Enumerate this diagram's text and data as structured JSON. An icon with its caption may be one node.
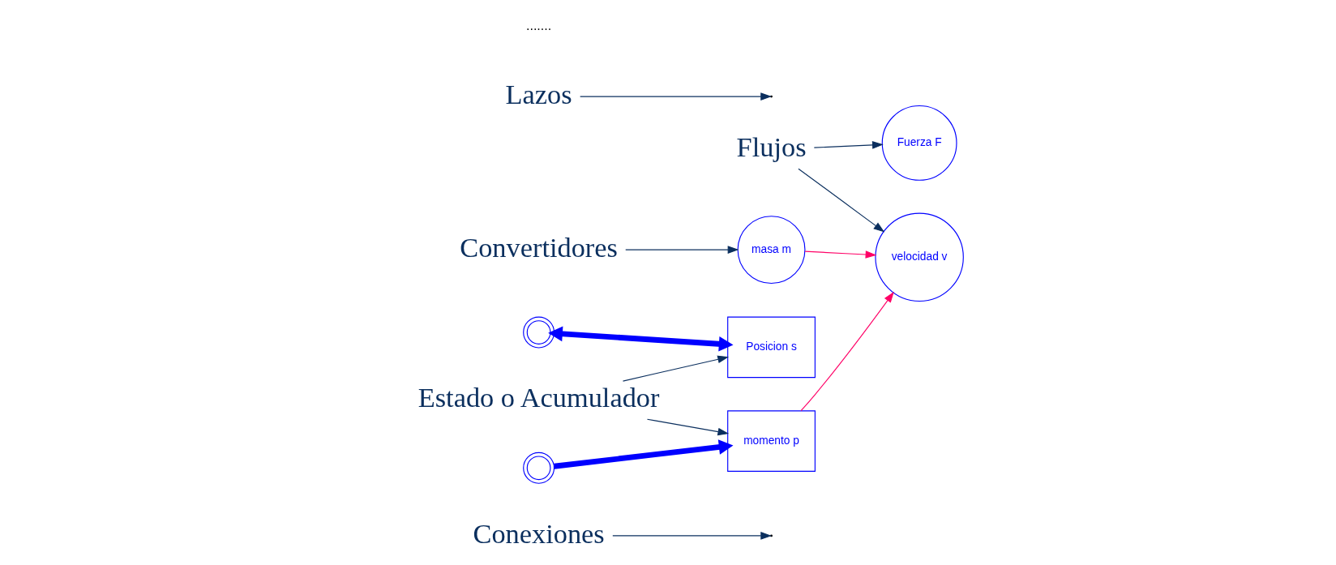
{
  "diagram": {
    "nodes": [
      {
        "text": [
          "Conexiones"
        ]
      },
      {
        "text": [
          "Convertidores"
        ]
      },
      {
        "text": [
          "masa m"
        ]
      },
      {
        "text": [],
        "shape": "cloud"
      },
      {
        "text": [
          "velocidad v"
        ]
      },
      {
        "text": [
          "Posicion s"
        ]
      },
      {
        "text": [
          "Estado o Acumulador"
        ]
      },
      {
        "text": [
          "Flujos"
        ]
      },
      {
        "text": [
          "Lazos"
        ]
      },
      {
        "text": [],
        "shape": "cloud"
      },
      {
        "text": [
          "Fuerza F"
        ]
      },
      {
        "text": [
          "momento p"
        ]
      }
    ],
    "edges": [
      {
        "from": 0,
        "to": null,
        "arrow": "to"
      },
      {
        "from": 1,
        "to": 2,
        "arrow": "to"
      },
      {
        "from": 2,
        "to": 4,
        "arrow": "to",
        "color": "#ff0066"
      },
      {
        "from": 3,
        "to": 5,
        "arrow": "both",
        "style": "thick",
        "color": "#0000ff"
      },
      {
        "from": 11,
        "to": 4,
        "arrow": "to",
        "color": "#ff0066"
      },
      {
        "from": 6,
        "to": 5,
        "arrow": "to"
      },
      {
        "from": 6,
        "to": 11,
        "arrow": "to"
      },
      {
        "from": 7,
        "to": 4,
        "arrow": "to"
      },
      {
        "from": 7,
        "to": 10,
        "arrow": "to"
      },
      {
        "from": 8,
        "to": null,
        "arrow": "to"
      },
      {
        "from": 9,
        "to": 11,
        "arrow": "to",
        "style": "thick",
        "color": "#0000ff"
      }
    ],
    "labels": [
      "......."
    ]
  }
}
